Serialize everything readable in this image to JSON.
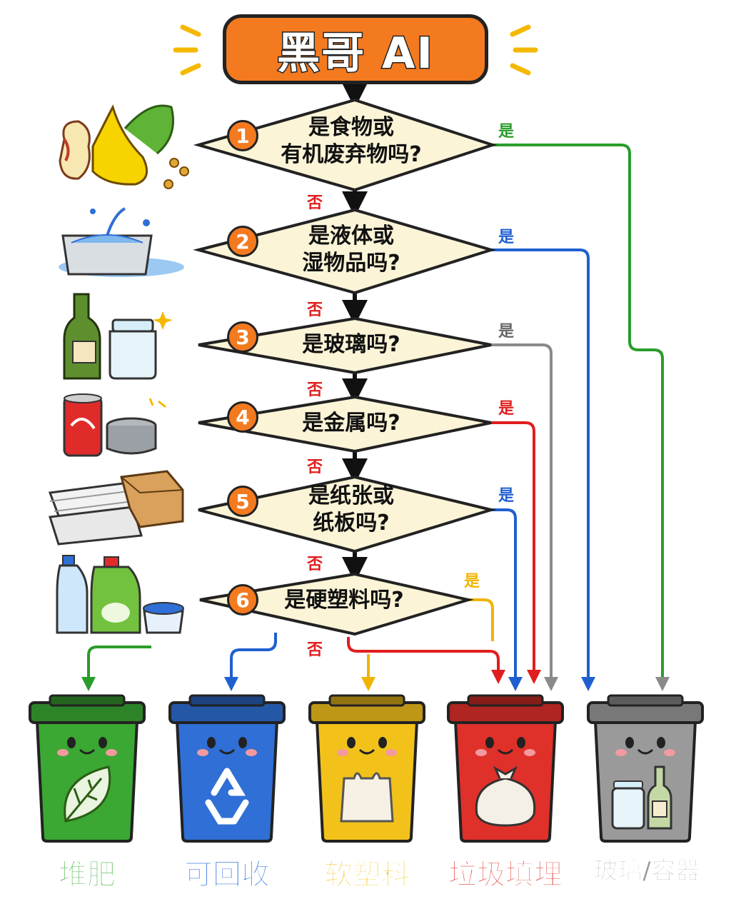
{
  "title": "黑哥 AI",
  "questions": [
    {
      "num": "1",
      "text": "是食物或\n有机废弃物吗?",
      "yes": "是",
      "no": "否"
    },
    {
      "num": "2",
      "text": "是液体或\n湿物品吗?",
      "yes": "是",
      "no": "否"
    },
    {
      "num": "3",
      "text": "是玻璃吗?",
      "yes": "是",
      "no": "否"
    },
    {
      "num": "4",
      "text": "是金属吗?",
      "yes": "是",
      "no": "否"
    },
    {
      "num": "5",
      "text": "是纸张或\n纸板吗?",
      "yes": "是",
      "no": "否"
    },
    {
      "num": "6",
      "text": "是硬塑料吗?",
      "yes": "是",
      "no": "否"
    }
  ],
  "bins": [
    {
      "label": "堆肥",
      "color": "#3aa832",
      "icon": "leaf-icon"
    },
    {
      "label": "可回收",
      "color": "#2f6fd6",
      "icon": "recycle-icon"
    },
    {
      "label": "软塑料",
      "color": "#f2c21b",
      "icon": "plastic-bag-icon"
    },
    {
      "label": "垃圾填埋",
      "color": "#e0302a",
      "icon": "trash-bag-icon"
    },
    {
      "label": "玻璃/容器",
      "color": "#9a9a9a",
      "icon": "glass-jar-icon"
    }
  ],
  "colors": {
    "green": "#2a9d2a",
    "blue": "#1f5fd0",
    "gray": "#8a8a8a",
    "red": "#e01e1e",
    "yellow": "#f0b400",
    "orange": "#f47a1f",
    "no_label": "#e01e1e"
  }
}
